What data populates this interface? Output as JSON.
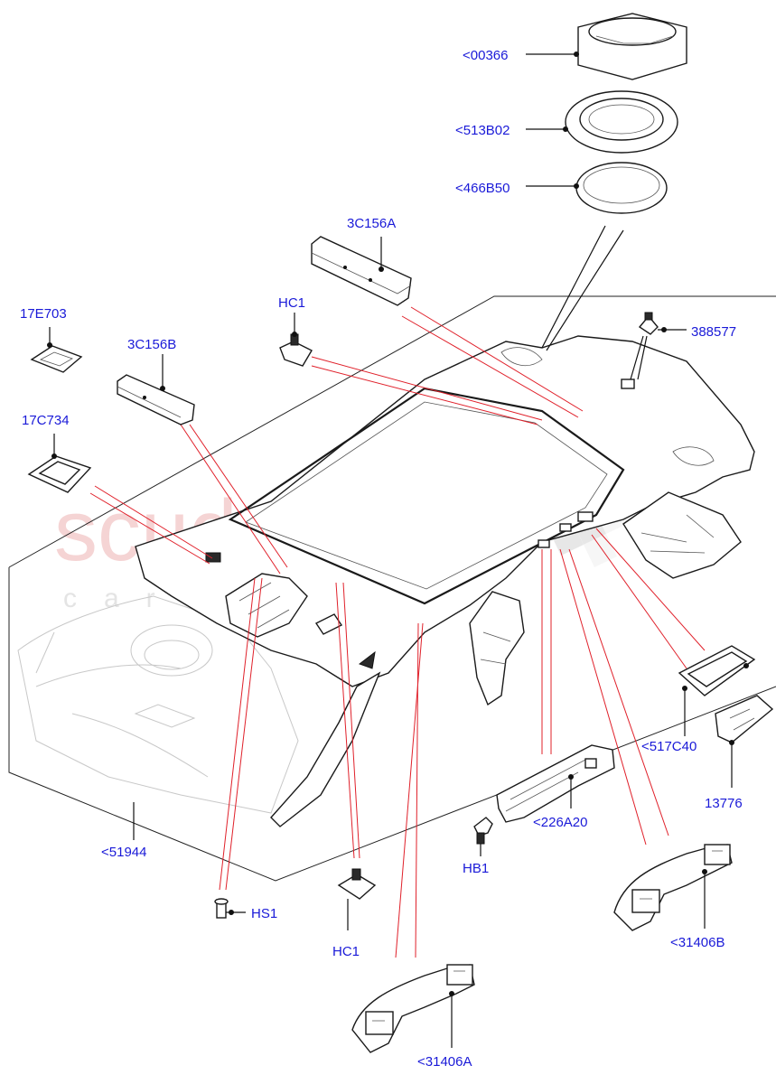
{
  "watermark": {
    "brand": "scuderia",
    "sub": "car parts"
  },
  "labels": {
    "p00366": "<00366",
    "p513B02": "<513B02",
    "p466B50": "<466B50",
    "p3C156A": "3C156A",
    "p17E703": "17E703",
    "p3C156B": "3C156B",
    "pHC1_top": "HC1",
    "p388577": "388577",
    "p17C734": "17C734",
    "p517C40": "<517C40",
    "p13776": "13776",
    "p226A20": "<226A20",
    "pHB1": "HB1",
    "p51944": "<51944",
    "pHS1": "HS1",
    "pHC1_bottom": "HC1",
    "p31406B": "<31406B",
    "p31406A": "<31406A"
  },
  "colors": {
    "label": "#1a1ad8",
    "leader_red": "#e0202a",
    "line": "#1a1a1a"
  }
}
